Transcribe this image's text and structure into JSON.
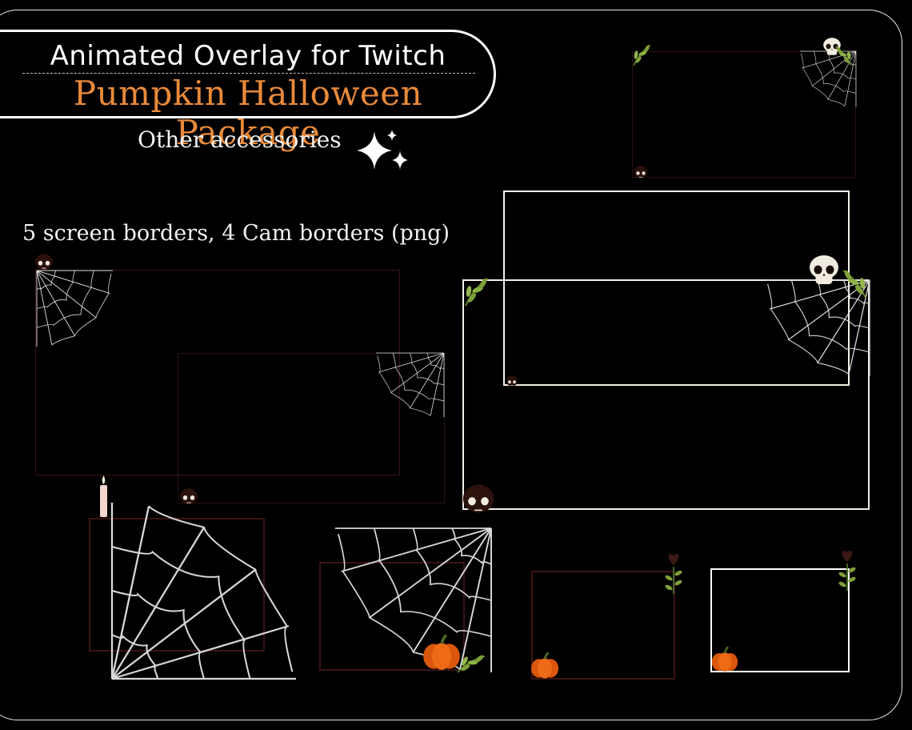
{
  "header": {
    "title_line1": "Animated Overlay for Twitch",
    "title_line2": "Pumpkin Halloween Package",
    "subtitle": "Other accessories"
  },
  "description": "5 screen borders, 4 Cam borders (png)",
  "colors": {
    "background": "#000000",
    "accent_orange": "#e98a3a",
    "frame_white": "#f3efe6",
    "frame_dark_red": "#3a1414",
    "pumpkin": "#ee6a16",
    "leaf_green": "#7ea13a"
  },
  "icons": [
    "sparkle-icon",
    "skull-icon",
    "spiderweb-icon",
    "leaf-icon",
    "candle-icon",
    "pumpkin-icon",
    "heart-icon"
  ]
}
